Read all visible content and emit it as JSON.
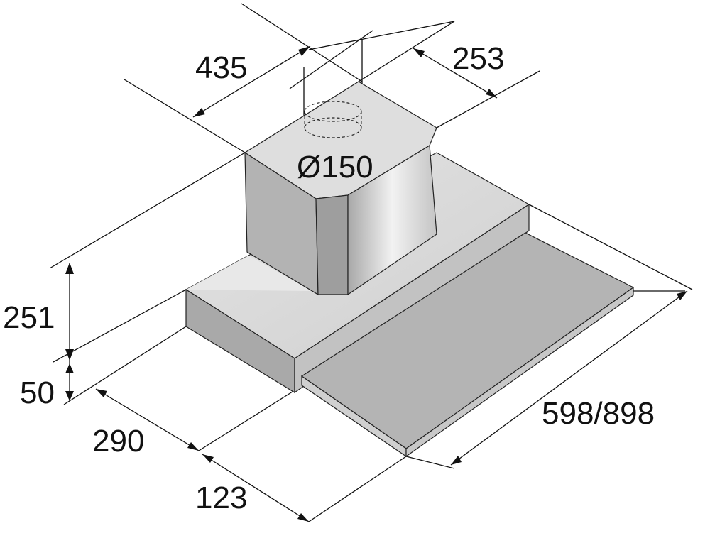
{
  "title": "Range hood dimension drawing",
  "dimensions": {
    "chimney_width": "435",
    "chimney_depth": "253",
    "duct_diameter": "Ø150",
    "chimney_height": "251",
    "body_height": "50",
    "body_depth": "290",
    "tray_extension": "123",
    "width": "598/898"
  },
  "colors": {
    "line": "#111111",
    "top_face": "#d8d8d8",
    "side_face": "#bdbdbd",
    "front_face": "#a9a9a9",
    "tray": "#b4b4b4"
  }
}
